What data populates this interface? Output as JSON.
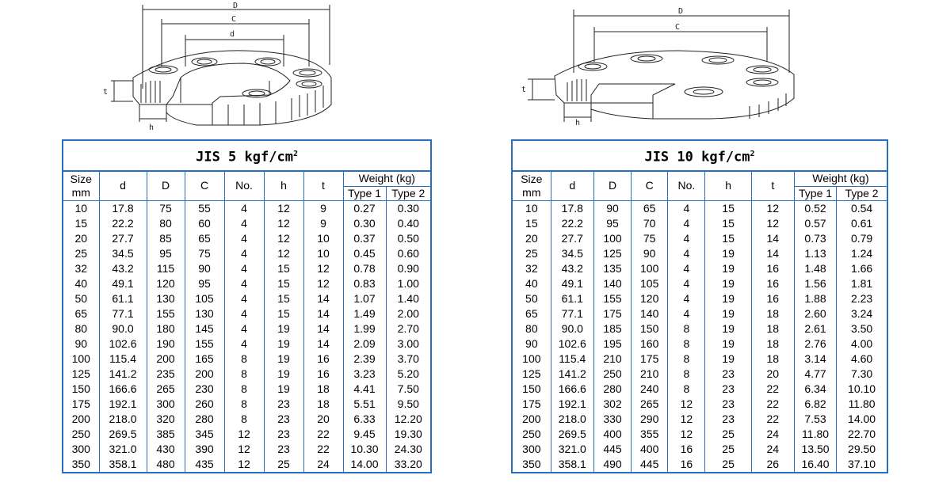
{
  "left": {
    "title_main": "JIS 5 kgf/cm",
    "title_sup": "2",
    "diagram_labels": {
      "D": "D",
      "C": "C",
      "d": "d",
      "t": "t",
      "h": "h"
    },
    "headers": {
      "size_top": "Size",
      "size_bottom": "mm",
      "d": "d",
      "D": "D",
      "C": "C",
      "No": "No.",
      "h": "h",
      "t": "t",
      "weight": "Weight (kg)",
      "type1": "Type 1",
      "type2": "Type 2"
    },
    "rows": [
      [
        "10",
        "17.8",
        "75",
        "55",
        "4",
        "12",
        "9",
        "0.27",
        "0.30"
      ],
      [
        "15",
        "22.2",
        "80",
        "60",
        "4",
        "12",
        "9",
        "0.30",
        "0.40"
      ],
      [
        "20",
        "27.7",
        "85",
        "65",
        "4",
        "12",
        "10",
        "0.37",
        "0.50"
      ],
      [
        "25",
        "34.5",
        "95",
        "75",
        "4",
        "12",
        "10",
        "0.45",
        "0.60"
      ],
      [
        "32",
        "43.2",
        "115",
        "90",
        "4",
        "15",
        "12",
        "0.78",
        "0.90"
      ],
      [
        "40",
        "49.1",
        "120",
        "95",
        "4",
        "15",
        "12",
        "0.83",
        "1.00"
      ],
      [
        "50",
        "61.1",
        "130",
        "105",
        "4",
        "15",
        "14",
        "1.07",
        "1.40"
      ],
      [
        "65",
        "77.1",
        "155",
        "130",
        "4",
        "15",
        "14",
        "1.49",
        "2.00"
      ],
      [
        "80",
        "90.0",
        "180",
        "145",
        "4",
        "19",
        "14",
        "1.99",
        "2.70"
      ],
      [
        "90",
        "102.6",
        "190",
        "155",
        "4",
        "19",
        "14",
        "2.09",
        "3.00"
      ],
      [
        "100",
        "115.4",
        "200",
        "165",
        "8",
        "19",
        "16",
        "2.39",
        "3.70"
      ],
      [
        "125",
        "141.2",
        "235",
        "200",
        "8",
        "19",
        "16",
        "3.23",
        "5.20"
      ],
      [
        "150",
        "166.6",
        "265",
        "230",
        "8",
        "19",
        "18",
        "4.41",
        "7.50"
      ],
      [
        "175",
        "192.1",
        "300",
        "260",
        "8",
        "23",
        "18",
        "5.51",
        "9.50"
      ],
      [
        "200",
        "218.0",
        "320",
        "280",
        "8",
        "23",
        "20",
        "6.33",
        "12.20"
      ],
      [
        "250",
        "269.5",
        "385",
        "345",
        "12",
        "23",
        "22",
        "9.45",
        "19.30"
      ],
      [
        "300",
        "321.0",
        "430",
        "390",
        "12",
        "23",
        "22",
        "10.30",
        "24.30"
      ],
      [
        "350",
        "358.1",
        "480",
        "435",
        "12",
        "25",
        "24",
        "14.00",
        "33.20"
      ]
    ]
  },
  "right": {
    "title_main": "JIS 10 kgf/cm",
    "title_sup": "2",
    "diagram_labels": {
      "D": "D",
      "C": "C",
      "t": "t",
      "h": "h"
    },
    "headers": {
      "size_top": "Size",
      "size_bottom": "mm",
      "d": "d",
      "D": "D",
      "C": "C",
      "No": "No.",
      "h": "h",
      "t": "t",
      "weight": "Weight (kg)",
      "type1": "Type 1",
      "type2": "Type 2"
    },
    "rows": [
      [
        "10",
        "17.8",
        "90",
        "65",
        "4",
        "15",
        "12",
        "0.52",
        "0.54"
      ],
      [
        "15",
        "22.2",
        "95",
        "70",
        "4",
        "15",
        "12",
        "0.57",
        "0.61"
      ],
      [
        "20",
        "27.7",
        "100",
        "75",
        "4",
        "15",
        "14",
        "0.73",
        "0.79"
      ],
      [
        "25",
        "34.5",
        "125",
        "90",
        "4",
        "19",
        "14",
        "1.13",
        "1.24"
      ],
      [
        "32",
        "43.2",
        "135",
        "100",
        "4",
        "19",
        "16",
        "1.48",
        "1.66"
      ],
      [
        "40",
        "49.1",
        "140",
        "105",
        "4",
        "19",
        "16",
        "1.56",
        "1.81"
      ],
      [
        "50",
        "61.1",
        "155",
        "120",
        "4",
        "19",
        "16",
        "1.88",
        "2.23"
      ],
      [
        "65",
        "77.1",
        "175",
        "140",
        "4",
        "19",
        "18",
        "2.60",
        "3.24"
      ],
      [
        "80",
        "90.0",
        "185",
        "150",
        "8",
        "19",
        "18",
        "2.61",
        "3.50"
      ],
      [
        "90",
        "102.6",
        "195",
        "160",
        "8",
        "19",
        "18",
        "2.76",
        "4.00"
      ],
      [
        "100",
        "115.4",
        "210",
        "175",
        "8",
        "19",
        "18",
        "3.14",
        "4.60"
      ],
      [
        "125",
        "141.2",
        "250",
        "210",
        "8",
        "23",
        "20",
        "4.77",
        "7.30"
      ],
      [
        "150",
        "166.6",
        "280",
        "240",
        "8",
        "23",
        "22",
        "6.34",
        "10.10"
      ],
      [
        "175",
        "192.1",
        "302",
        "265",
        "12",
        "23",
        "22",
        "6.82",
        "11.80"
      ],
      [
        "200",
        "218.0",
        "330",
        "290",
        "12",
        "23",
        "22",
        "7.53",
        "14.00"
      ],
      [
        "250",
        "269.5",
        "400",
        "355",
        "12",
        "25",
        "24",
        "11.80",
        "22.70"
      ],
      [
        "300",
        "321.0",
        "445",
        "400",
        "16",
        "25",
        "24",
        "13.50",
        "29.50"
      ],
      [
        "350",
        "358.1",
        "490",
        "445",
        "16",
        "25",
        "26",
        "16.40",
        "37.10"
      ]
    ]
  }
}
